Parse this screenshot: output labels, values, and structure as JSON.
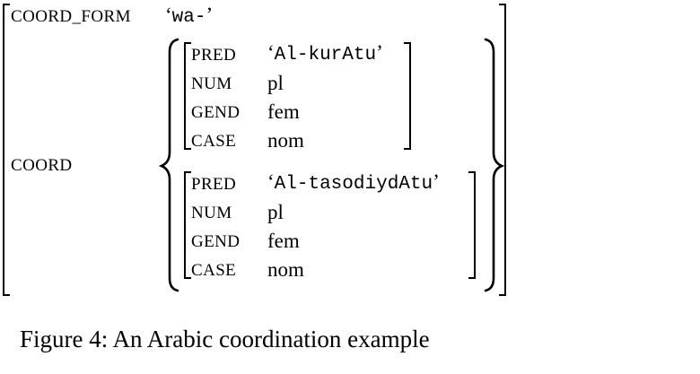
{
  "matrix": {
    "coord_form_attr": "COORD_FORM",
    "coord_form_value": "wa-",
    "coord_attr": "COORD",
    "conjuncts": [
      {
        "features": [
          {
            "attr": "PRED",
            "value": "Al-kurAtu",
            "quoted": true
          },
          {
            "attr": "NUM",
            "value": "pl",
            "quoted": false
          },
          {
            "attr": "GEND",
            "value": "fem",
            "quoted": false
          },
          {
            "attr": "CASE",
            "value": "nom",
            "quoted": false
          }
        ]
      },
      {
        "features": [
          {
            "attr": "PRED",
            "value": "Al-tasodiydAtu",
            "quoted": true
          },
          {
            "attr": "NUM",
            "value": "pl",
            "quoted": false
          },
          {
            "attr": "GEND",
            "value": "fem",
            "quoted": false
          },
          {
            "attr": "CASE",
            "value": "nom",
            "quoted": false
          }
        ]
      }
    ]
  },
  "caption": "Figure 4: An Arabic coordination example"
}
